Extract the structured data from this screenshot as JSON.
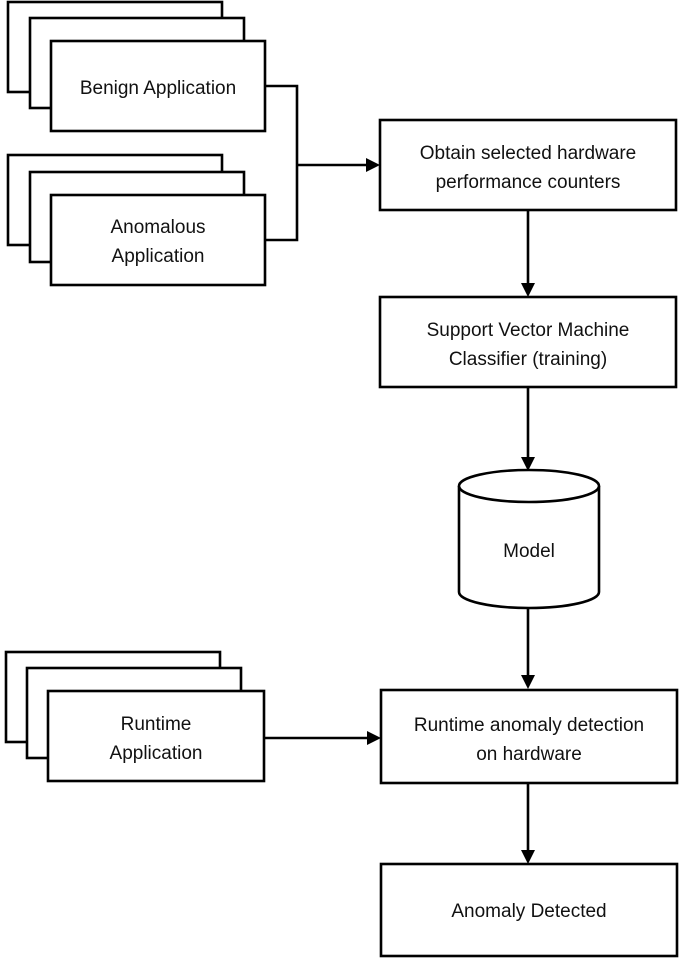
{
  "diagram": {
    "benign": {
      "label": "Benign Application"
    },
    "anomalous": {
      "line1": "Anomalous",
      "line2": "Application"
    },
    "obtain": {
      "line1": "Obtain selected hardware",
      "line2": "performance counters"
    },
    "svm": {
      "line1": "Support Vector Machine",
      "line2": "Classifier (training)"
    },
    "model": {
      "label": "Model"
    },
    "runtime_app": {
      "line1": "Runtime",
      "line2": "Application"
    },
    "detect": {
      "line1": "Runtime anomaly detection",
      "line2": "on hardware"
    },
    "result": {
      "label": "Anomaly Detected"
    }
  }
}
